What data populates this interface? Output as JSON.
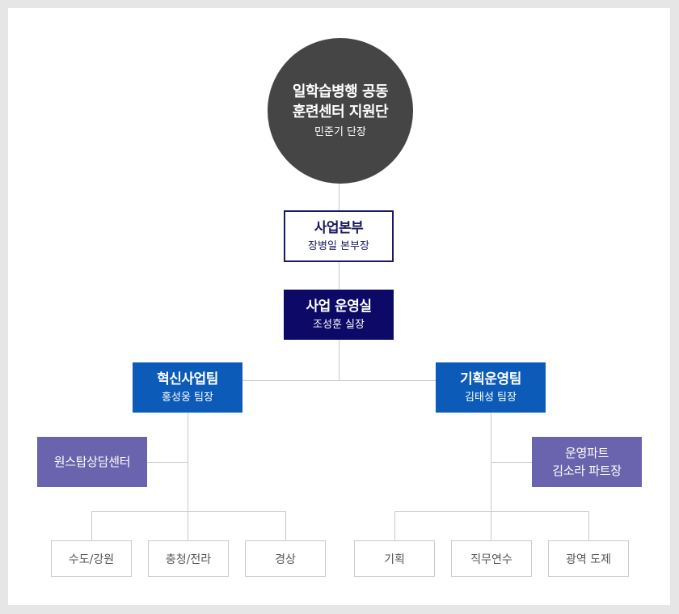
{
  "root": {
    "title_line1": "일학습병행 공동",
    "title_line2": "훈련센터 지원단",
    "person": "민준기 단장"
  },
  "hq": {
    "title": "사업본부",
    "person": "장병일 본부장"
  },
  "office": {
    "title": "사업 운영실",
    "person": "조성훈 실장"
  },
  "team_left": {
    "title": "혁신사업팀",
    "person": "홍성웅 팀장",
    "side": {
      "line1": "원스탑상담센터"
    },
    "leaves": [
      "수도/강원",
      "충청/전라",
      "경상"
    ]
  },
  "team_right": {
    "title": "기획운영팀",
    "person": "김태성 팀장",
    "side": {
      "line1": "운영파트",
      "line2": "김소라 파트장"
    },
    "leaves": [
      "기획",
      "직무연수",
      "광역 도제"
    ]
  },
  "colors": {
    "root": "#454545",
    "hq_border": "#1a1865",
    "office": "#0c0a66",
    "team": "#0d5bb8",
    "part": "#6a63ad",
    "connector": "#c9c9c9"
  }
}
